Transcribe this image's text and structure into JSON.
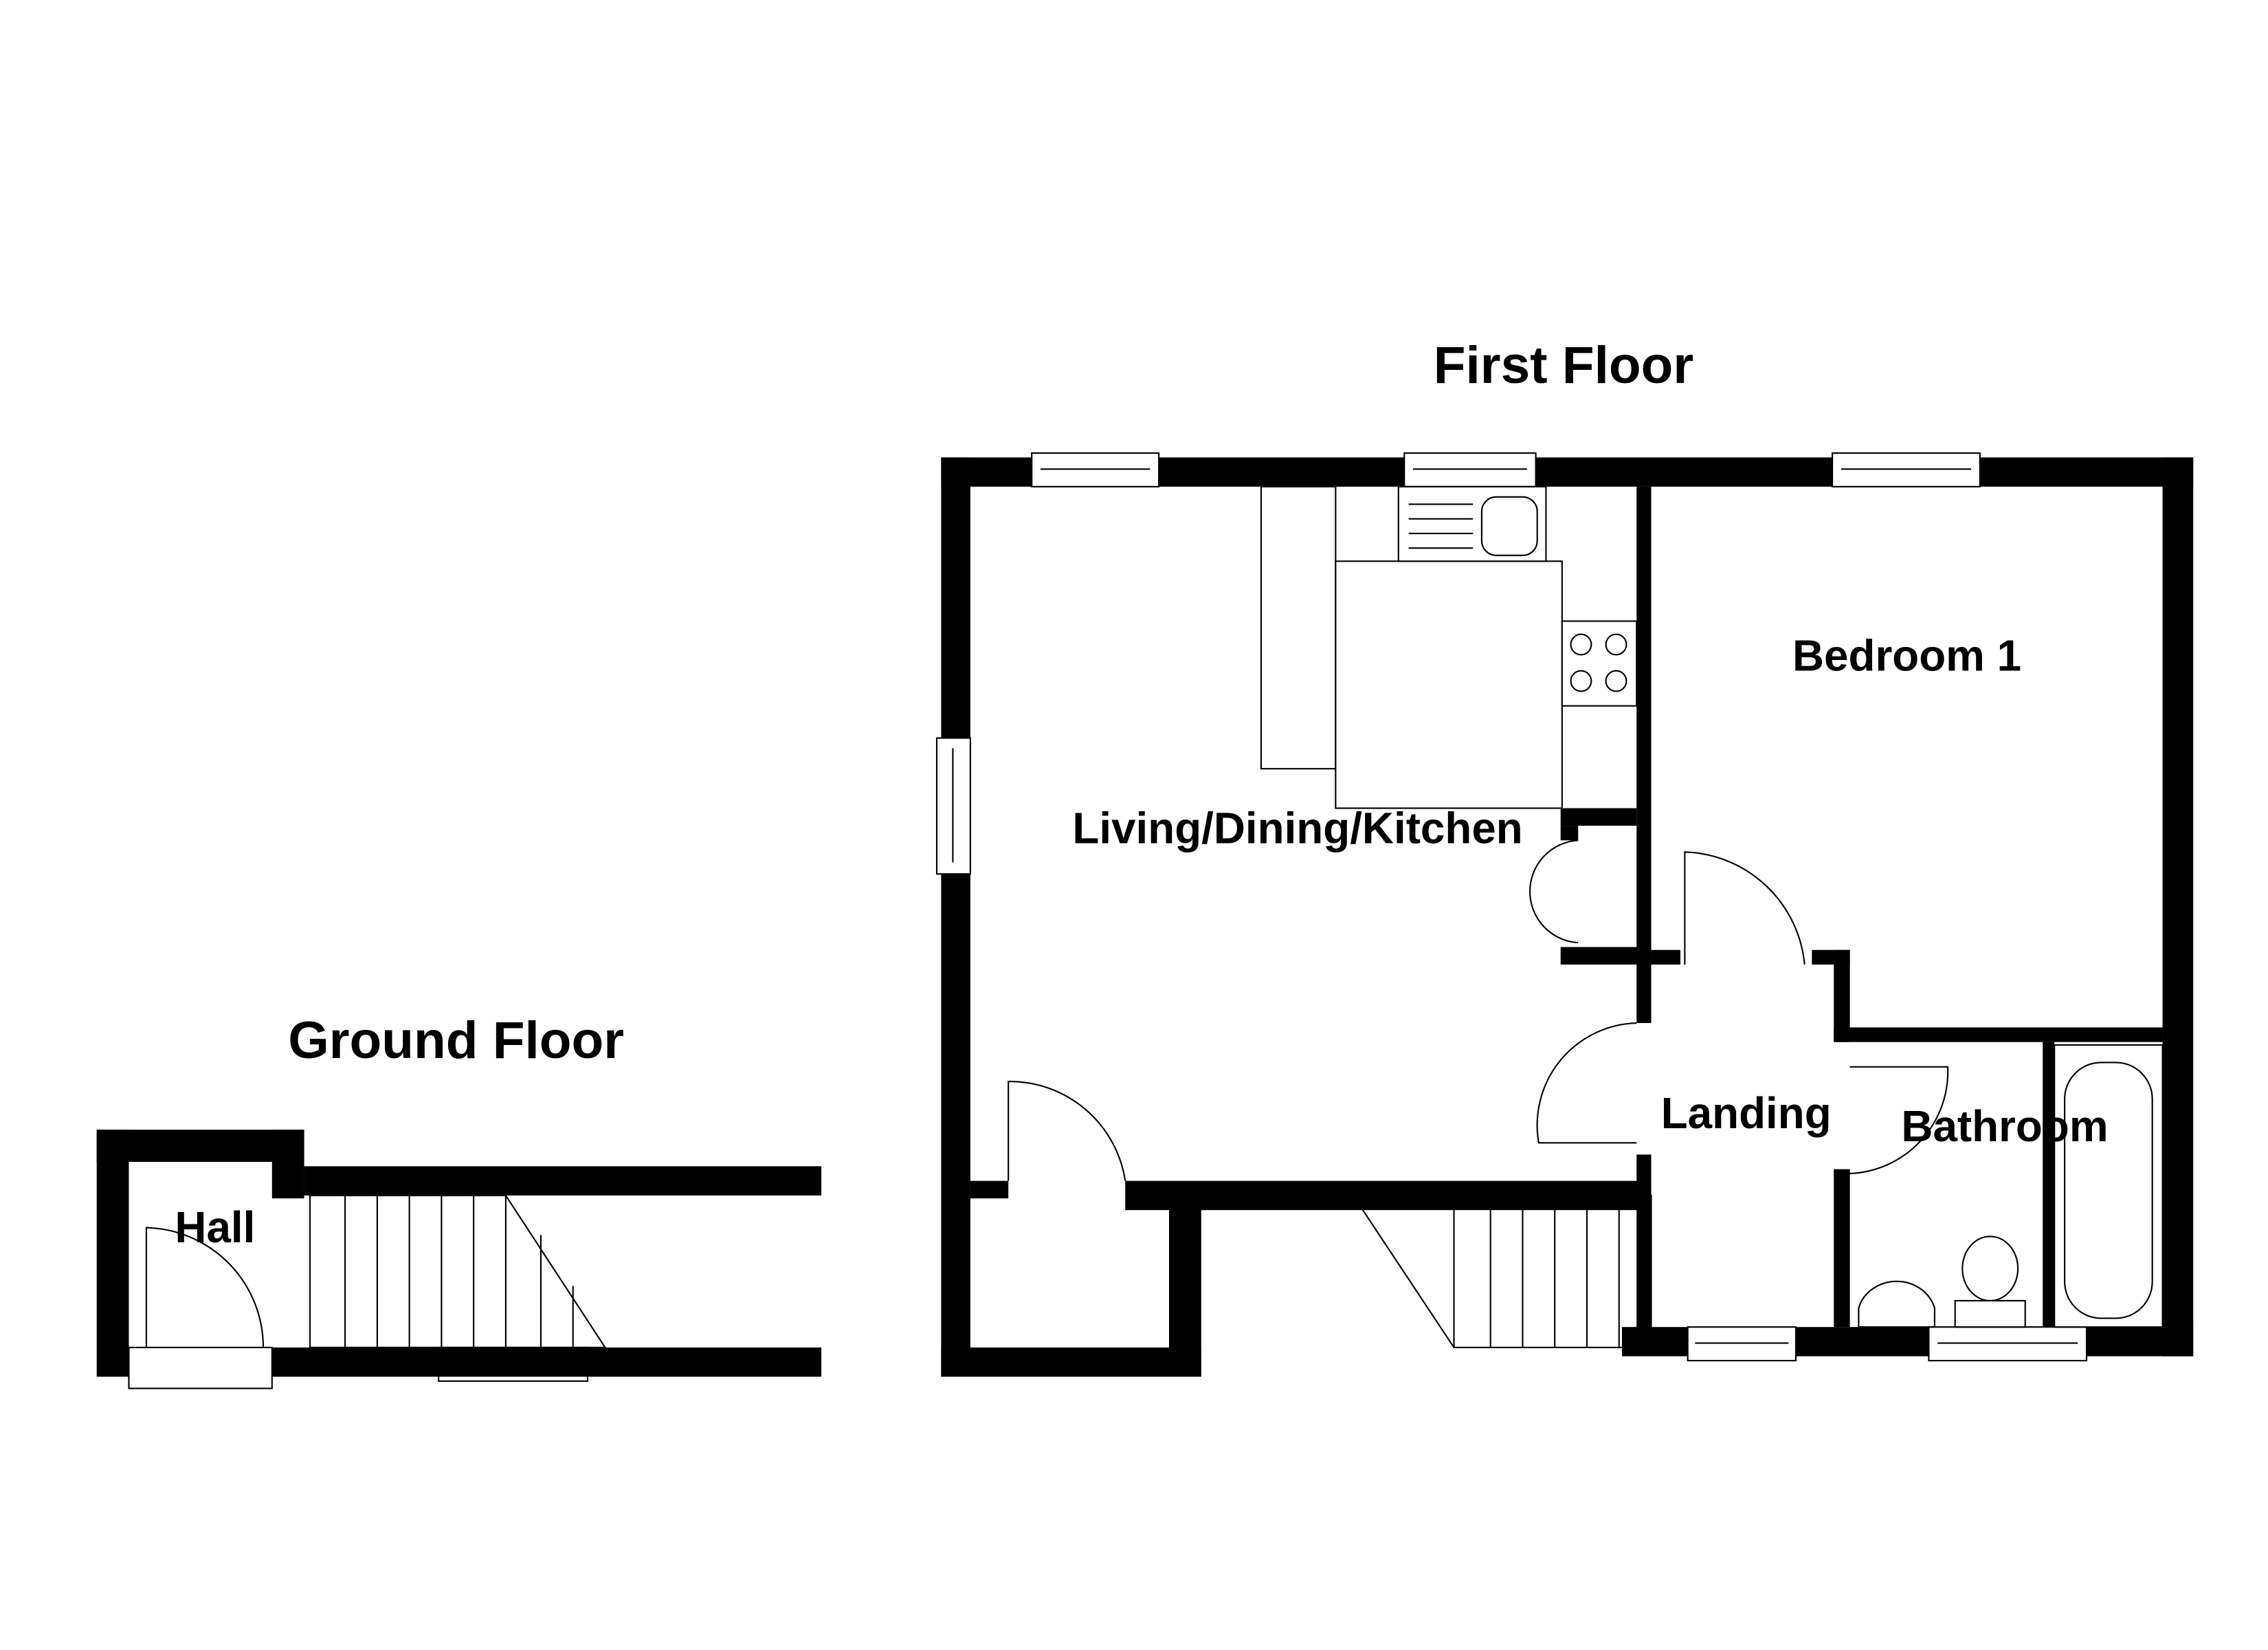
{
  "floors": {
    "first": {
      "title": "First Floor",
      "rooms": {
        "living": "Living/Dining/Kitchen",
        "bedroom": "Bedroom 1",
        "landing": "Landing",
        "bathroom": "Bathroom"
      }
    },
    "ground": {
      "title": "Ground Floor",
      "rooms": {
        "hall": "Hall"
      }
    }
  },
  "colors": {
    "wall": "#000000",
    "background": "#ffffff"
  }
}
